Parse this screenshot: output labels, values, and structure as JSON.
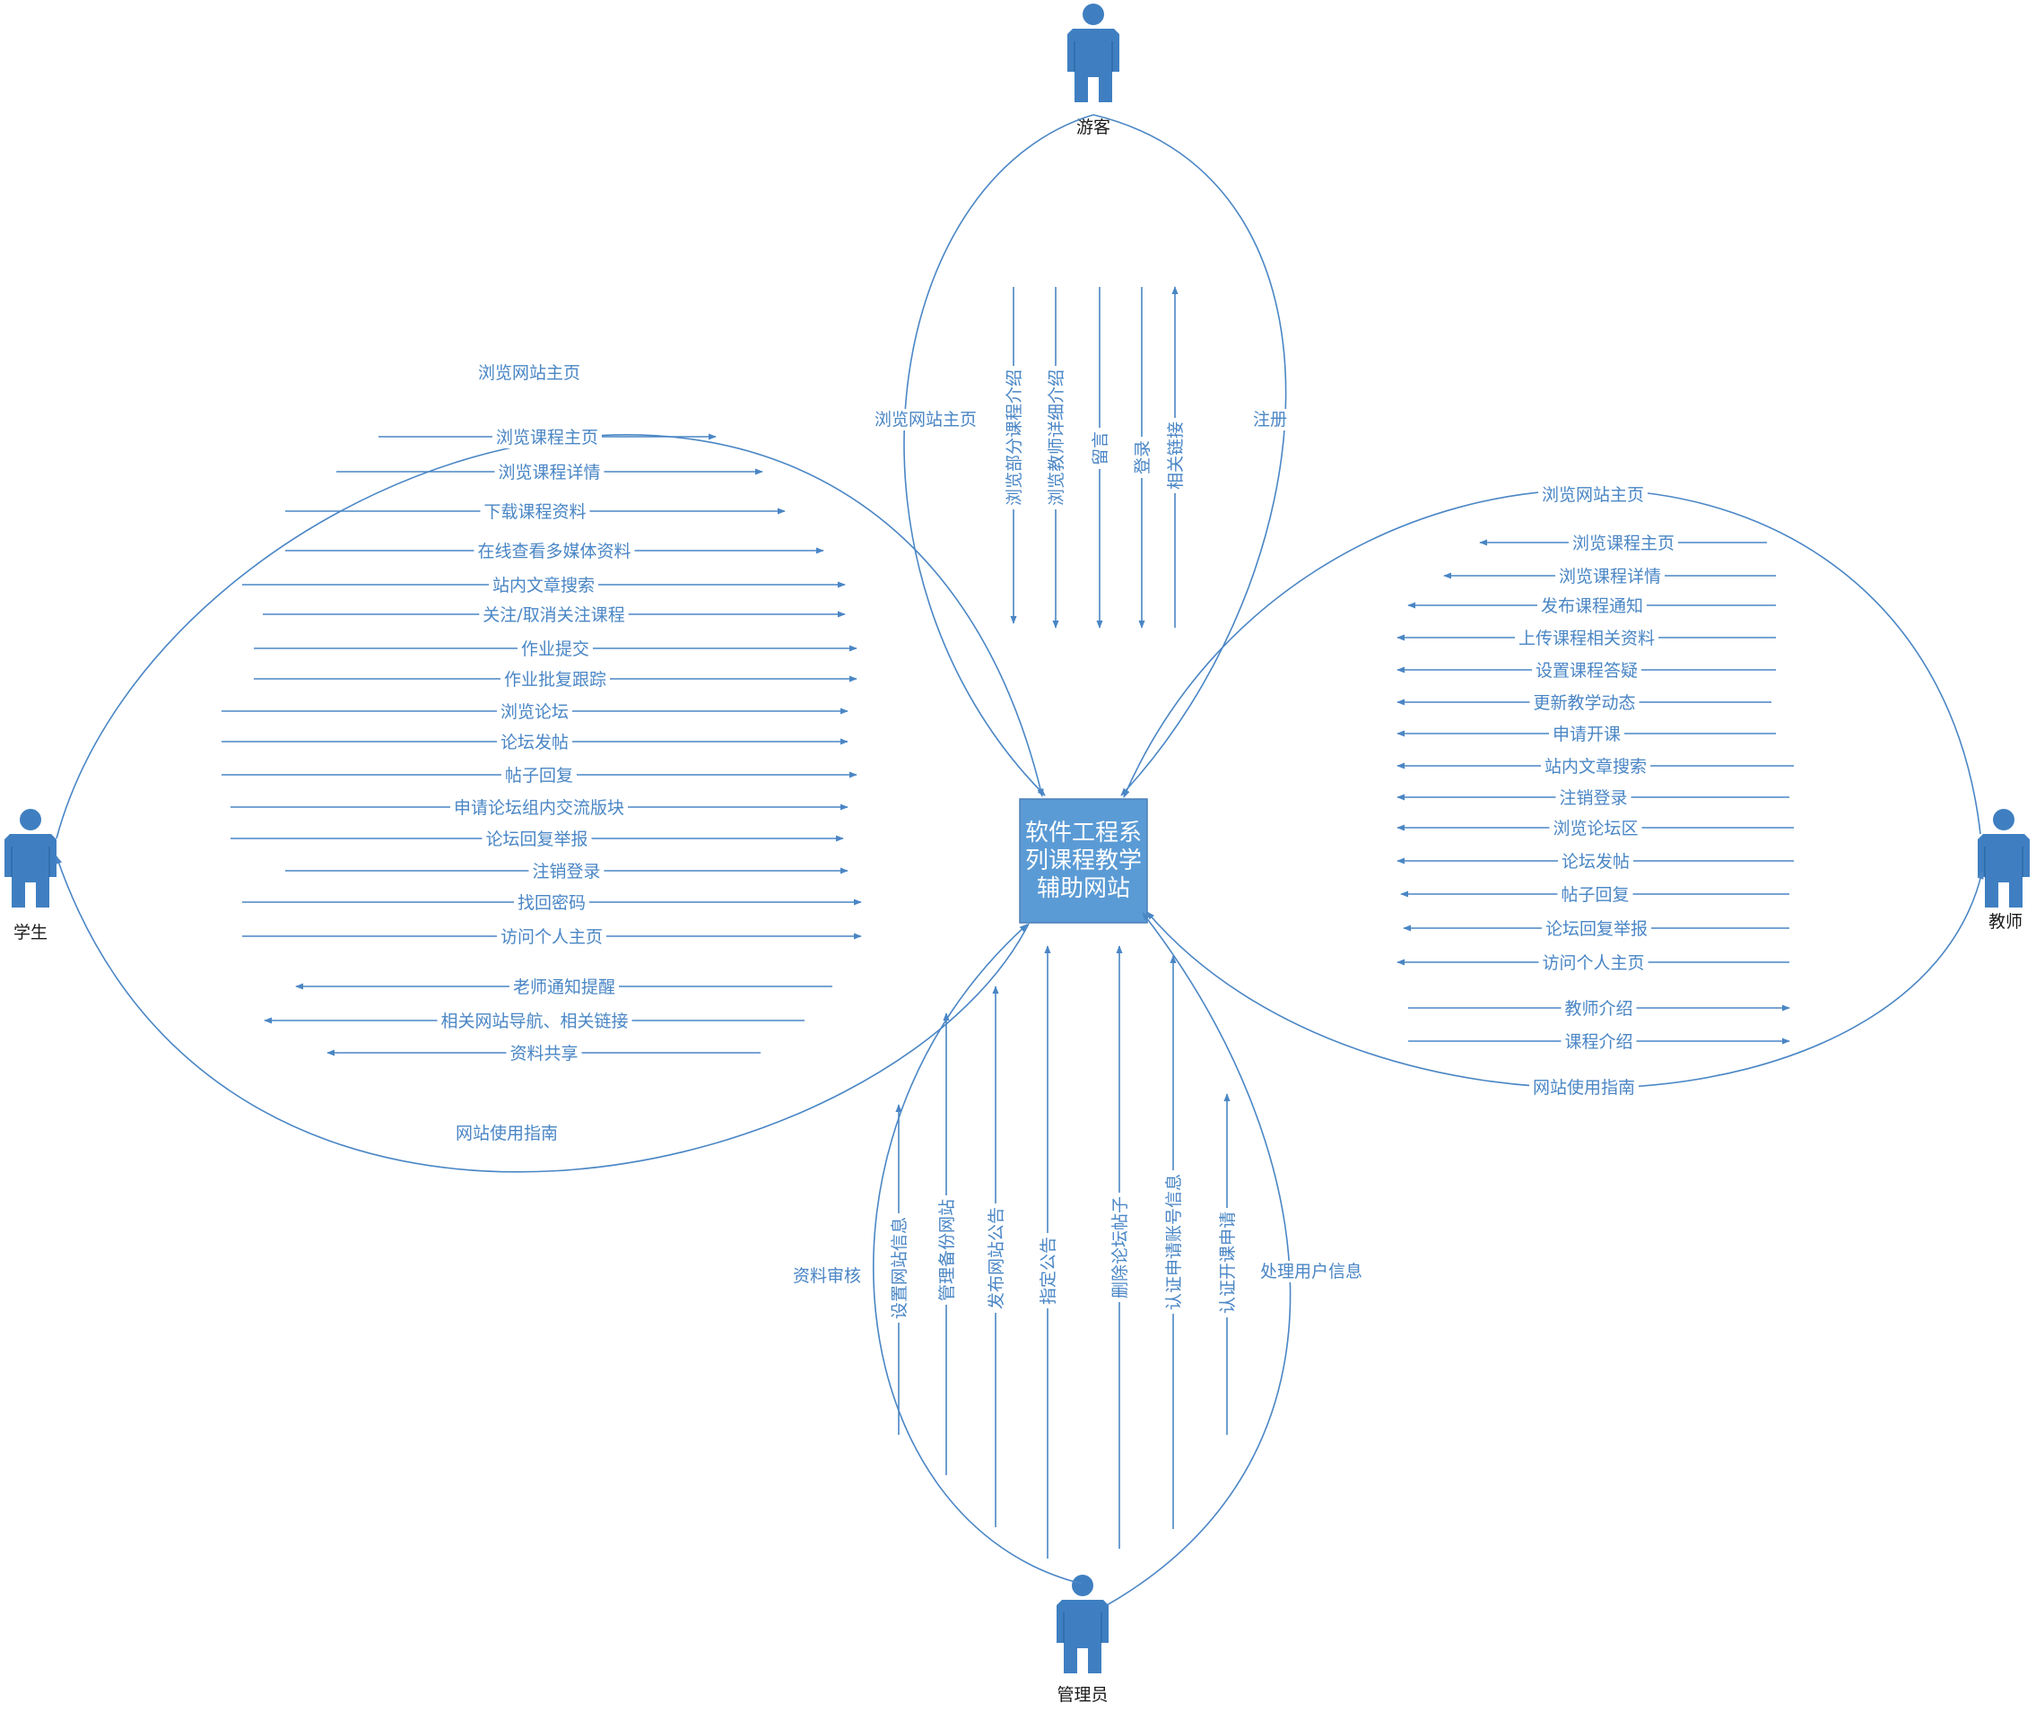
{
  "system": {
    "lines": [
      "软件工程系",
      "列课程教学",
      "辅助网站"
    ]
  },
  "actors": {
    "visitor": "游客",
    "student": "学生",
    "teacher": "教师",
    "admin": "管理员"
  },
  "visitor": {
    "loop_left": "浏览网站主页",
    "loop_right": "注册",
    "flows": [
      "浏览部分课程介绍",
      "浏览教师详细介绍",
      "留言",
      "登录",
      "相关链接"
    ]
  },
  "student": {
    "loop_top": "浏览网站主页",
    "loop_bottom": "网站使用指南",
    "to_system": [
      "浏览课程主页",
      "浏览课程详情",
      "下载课程资料",
      "在线查看多媒体资料",
      "站内文章搜索",
      "关注/取消关注课程",
      "作业提交",
      "作业批复跟踪",
      "浏览论坛",
      "论坛发帖",
      "帖子回复",
      "申请论坛组内交流版块",
      "论坛回复举报",
      "注销登录",
      "找回密码",
      "访问个人主页"
    ],
    "from_system": [
      "老师通知提醒",
      "相关网站导航、相关链接",
      "资料共享"
    ]
  },
  "teacher": {
    "loop_top": "浏览网站主页",
    "loop_bottom": "网站使用指南",
    "to_system": [
      "浏览课程主页",
      "浏览课程详情",
      "发布课程通知",
      "上传课程相关资料",
      "设置课程答疑",
      "更新教学动态",
      "申请开课",
      "站内文章搜索",
      "注销登录",
      "浏览论坛区",
      "论坛发帖",
      "帖子回复",
      "论坛回复举报",
      "访问个人主页"
    ],
    "from_system": [
      "教师介绍",
      "课程介绍"
    ]
  },
  "admin": {
    "loop_left": "资料审核",
    "loop_right": "处理用户信息",
    "flows": [
      "设置网站信息",
      "管理备份网站",
      "发布网站公告",
      "指定公告",
      "删除论坛帖子",
      "认证申请账号信息",
      "认证开课申请"
    ]
  },
  "colors": {
    "primary": "#4a86c5",
    "box_fill": "#5b9bd5"
  }
}
